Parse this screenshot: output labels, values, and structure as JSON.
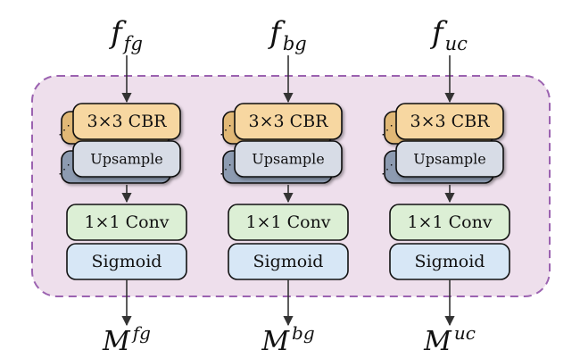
{
  "colors": {
    "container_fill": "#eedfec",
    "container_stroke": "#9b62b0",
    "cbr_fill": "#f7d7a1",
    "cbr_back_fill": "#e1b876",
    "upsample_fill": "#d7dce6",
    "upsample_back_fill": "#8d9bb1",
    "conv_fill": "#dcefd5",
    "sigmoid_fill": "#d7e7f6",
    "stroke": "#111111",
    "arrow": "#333333"
  },
  "branches": [
    {
      "input": {
        "base": "f",
        "sub": "fg"
      },
      "cbr_label": "3×3 CBR",
      "upsample_label": "Upsample",
      "conv_label": "1×1 Conv",
      "sigmoid_label": "Sigmoid",
      "output": {
        "base": "M",
        "sup": "fg"
      }
    },
    {
      "input": {
        "base": "f",
        "sub": "bg"
      },
      "cbr_label": "3×3 CBR",
      "upsample_label": "Upsample",
      "conv_label": "1×1 Conv",
      "sigmoid_label": "Sigmoid",
      "output": {
        "base": "M",
        "sup": "bg"
      }
    },
    {
      "input": {
        "base": "f",
        "sub": "uc"
      },
      "cbr_label": "3×3 CBR",
      "upsample_label": "Upsample",
      "conv_label": "1×1 Conv",
      "sigmoid_label": "Sigmoid",
      "output": {
        "base": "M",
        "sup": "uc"
      }
    }
  ]
}
